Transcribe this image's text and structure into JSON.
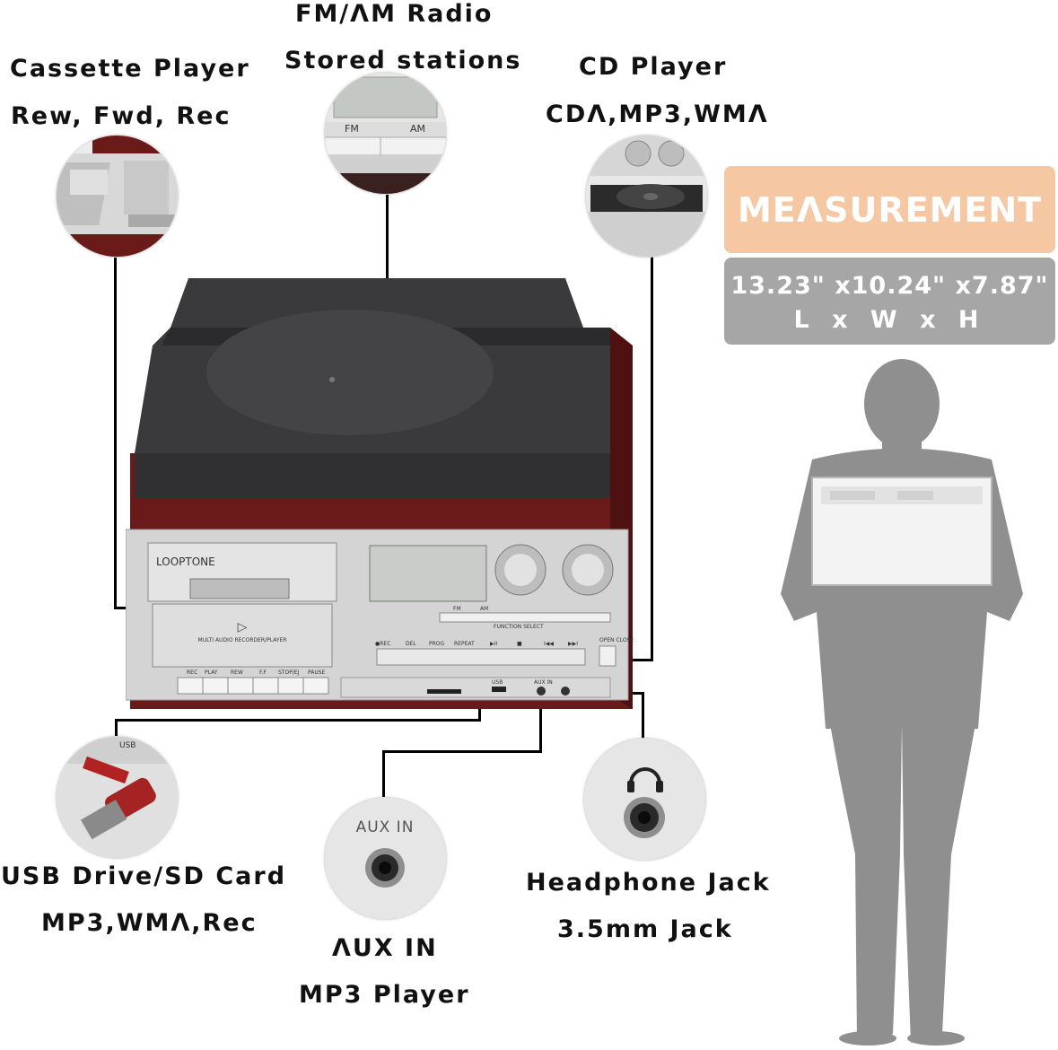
{
  "labels": {
    "fm_line1": "FM/ΛM Radio",
    "fm_line2": "Stored stations",
    "cassette_line1": "Cassette Player",
    "cassette_line2": "Rew, Fwd, Rec",
    "cd_line1": "CD Player",
    "cd_line2": "CDΛ,MP3,WMΛ",
    "usb_line1": "USB Drive/SD Card",
    "usb_line2": "MP3,WMΛ,Rec",
    "aux_line1": "ΛUX IN",
    "aux_line2": "MP3 Player",
    "headphone_line1": "Headphone Jack",
    "headphone_line2": "3.5mm Jack"
  },
  "measurement": {
    "title": "MEΛSUREMENT",
    "dims": "13.23\" x10.24\" x7.87\"",
    "axes": "L x W x H"
  },
  "device": {
    "brand": "LOOPTONE",
    "cassette_buttons": [
      "REC",
      "PLAY",
      "REW",
      "F.F",
      "STOP/EJ",
      "PAUSE"
    ],
    "cd_buttons": [
      "●REC",
      "DEL",
      "PROG",
      "REPEAT",
      "▶II",
      "■",
      "I◀◀",
      "▶▶I"
    ],
    "function_select": "FUNCTION SELECT",
    "open_close": "OPEN CLOSE",
    "cassette_caption": "MULTI AUDIO RECORDER/PLAYER",
    "fm": "FM",
    "am": "AM",
    "aux_in": "AUX IN",
    "usb": "USB"
  },
  "zooms": {
    "radio_fm": "FM",
    "radio_am": "AM",
    "aux_label": "AUX IN",
    "usb_label": "USB"
  },
  "colors": {
    "wood": "#6b1a1a",
    "silver": "#d4d4d4",
    "lid": "#3a3a3c",
    "measure_orange": "#f5c7a3",
    "measure_gray": "#a6a6a6",
    "silhouette": "#8f8f8f"
  }
}
